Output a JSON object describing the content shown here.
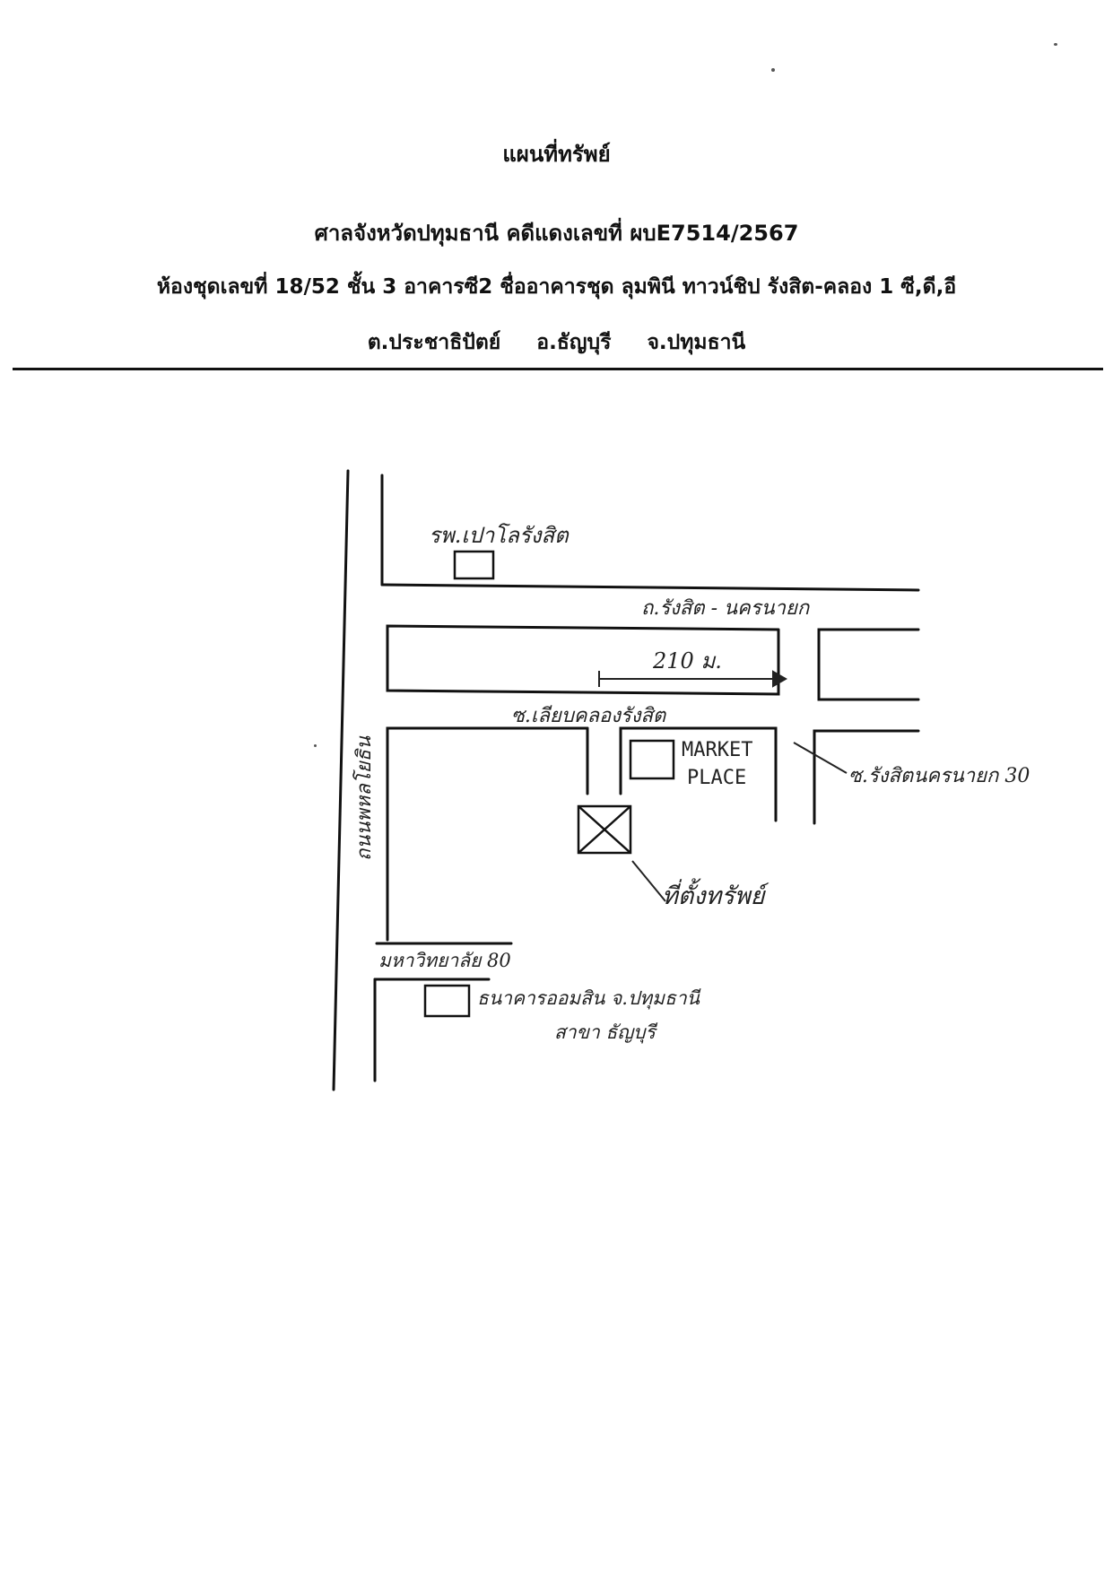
{
  "document": {
    "title": "แผนที่ทรัพย์",
    "court_line": "ศาลจังหวัดปทุมธานี  คดีแดงเลขที่ ผบE7514/2567",
    "unit_line": "ห้องชุดเลขที่ 18/52 ชั้น 3 อาคารซี2 ชื่ออาคารชุด ลุมพินี ทาวน์ชิป รังสิต-คลอง 1 ซี,ดี,อี",
    "location": {
      "subdistrict": "ต.ประชาธิปัตย์",
      "district": "อ.ธัญบุรี",
      "province": "จ.ปทุมธานี"
    }
  },
  "map": {
    "hospital_label": "รพ.เปาโลรังสิต",
    "main_road_label": "ถ.รังสิต - นครนายก",
    "distance_label": "210 ม.",
    "lane_label": "ซ.เลียบคลองรังสิต",
    "market_label_1": "MARKET",
    "market_label_2": "PLACE",
    "soi_label": "ซ.รังสิตนครนายก 30",
    "property_label": "ที่ตั้งทรัพย์",
    "vertical_road_label": "ถนนพหลโยธิน",
    "bottom_road_label": "มหาวิทยาลัย 80",
    "bank_label_1": "ธนาคารออมสิน จ.ปทุมธานี",
    "bank_label_2": "สาขา ธัญบุรี"
  },
  "colors": {
    "ink": "#111111",
    "pencil": "#222222"
  }
}
